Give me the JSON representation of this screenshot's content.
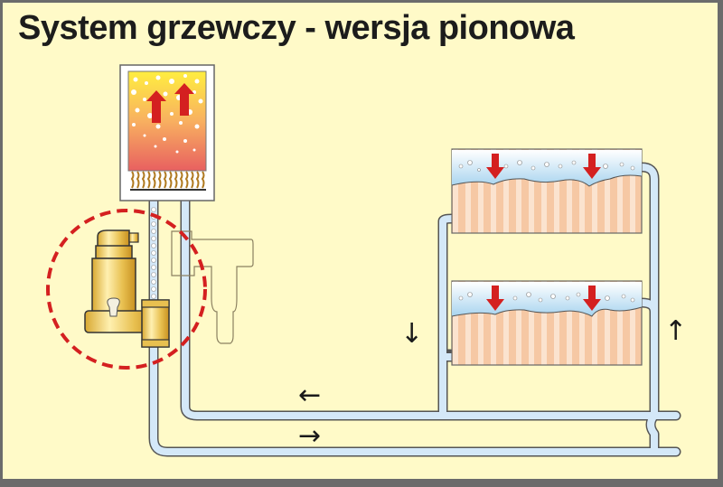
{
  "title": "System grzewczy - wersja pionowa",
  "colors": {
    "background": "#fffac8",
    "frame": "#6b6b6b",
    "pipe_fill": "#d4e8f8",
    "pipe_stroke": "#555555",
    "highlight_circle": "#d42020",
    "flow_arrow_red": "#d42020",
    "radiator_stripe": "#f6cba8"
  },
  "components": {
    "boiler": {
      "label": "boiler",
      "burner": "flame-row"
    },
    "separator": {
      "label": "air-dirt-separator",
      "highlighted": true
    },
    "radiators": [
      {
        "label": "radiator-upper"
      },
      {
        "label": "radiator-lower"
      }
    ]
  },
  "flow_arrows": {
    "down": "↓",
    "up": "↑",
    "left": "←",
    "right": "→"
  }
}
